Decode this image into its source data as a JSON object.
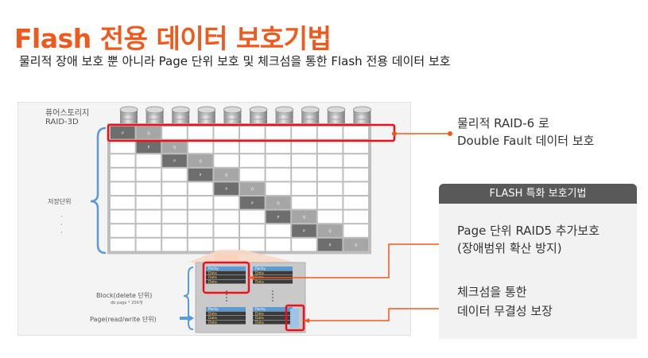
{
  "title": "Flash 전용 데이터 보호기법",
  "subtitle": "물리적 장애 보호 뿐 아니라 Page 단위 보호 및 체크섬을 통한 Flash 전용 데이터 보호",
  "diagram": {
    "array_label": "퓨어스토리지",
    "raid_label": "RAID-3D",
    "storage_unit_label": "저장단위",
    "dots": "·\n·\n·",
    "block_label": "Block(delete 단위)",
    "block_sub_label": "db page * 256개",
    "page_label": "Page(read/write 단위)",
    "parity_p": "P",
    "parity_q": "Q",
    "parity_cell": "Parity",
    "data_cell": "Data"
  },
  "callouts": {
    "raid6_line1": "물리적 RAID-6 로",
    "raid6_line2": "Double Fault 데이터 보호"
  },
  "feature_box": {
    "header": "FLASH 특화 보호기법",
    "item1_line1": "Page 단위 RAID5 추가보호",
    "item1_line2": "(장애범위 확산 방지)",
    "item2_line1": "체크섬을 통한",
    "item2_line2": "데이터 무결성 보장"
  },
  "colors": {
    "accent": "#ee5a1e",
    "highlight": "#e8111c",
    "bracket": "#5b9bd5",
    "cell_dark": "#6e6e6e",
    "cell_mid": "#a6a6a6",
    "cell_orange": "#f4a074",
    "parity_blue": "#5b9bd5",
    "data_yellow": "#ffd966"
  }
}
